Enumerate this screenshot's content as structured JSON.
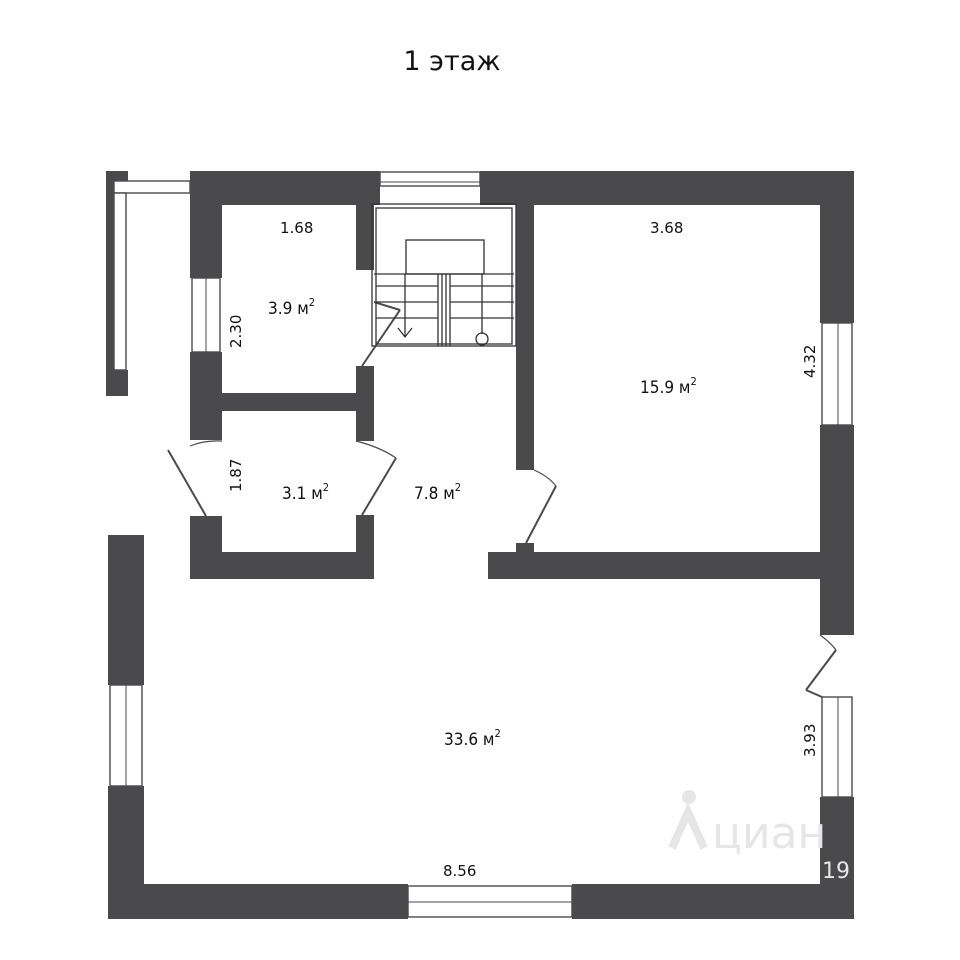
{
  "floor_title": "1 этаж",
  "rooms": [
    {
      "id": "bath",
      "area": "3.9",
      "unit": "м",
      "sup": "2"
    },
    {
      "id": "wc",
      "area": "3.1",
      "unit": "м",
      "sup": "2"
    },
    {
      "id": "hall",
      "area": "7.8",
      "unit": "м",
      "sup": "2"
    },
    {
      "id": "bedroom",
      "area": "15.9",
      "unit": "м",
      "sup": "2"
    },
    {
      "id": "living",
      "area": "33.6",
      "unit": "м",
      "sup": "2"
    }
  ],
  "dimensions": {
    "bath_width": "1.68",
    "bath_height": "2.30",
    "wc_height": "1.87",
    "bedroom_width": "3.68",
    "bedroom_height": "4.32",
    "living_height": "3.93",
    "living_width": "8.56"
  },
  "watermark": {
    "text": "циан",
    "number": "19"
  },
  "colors": {
    "wall": "#4a4a4c",
    "background": "#ffffff"
  }
}
